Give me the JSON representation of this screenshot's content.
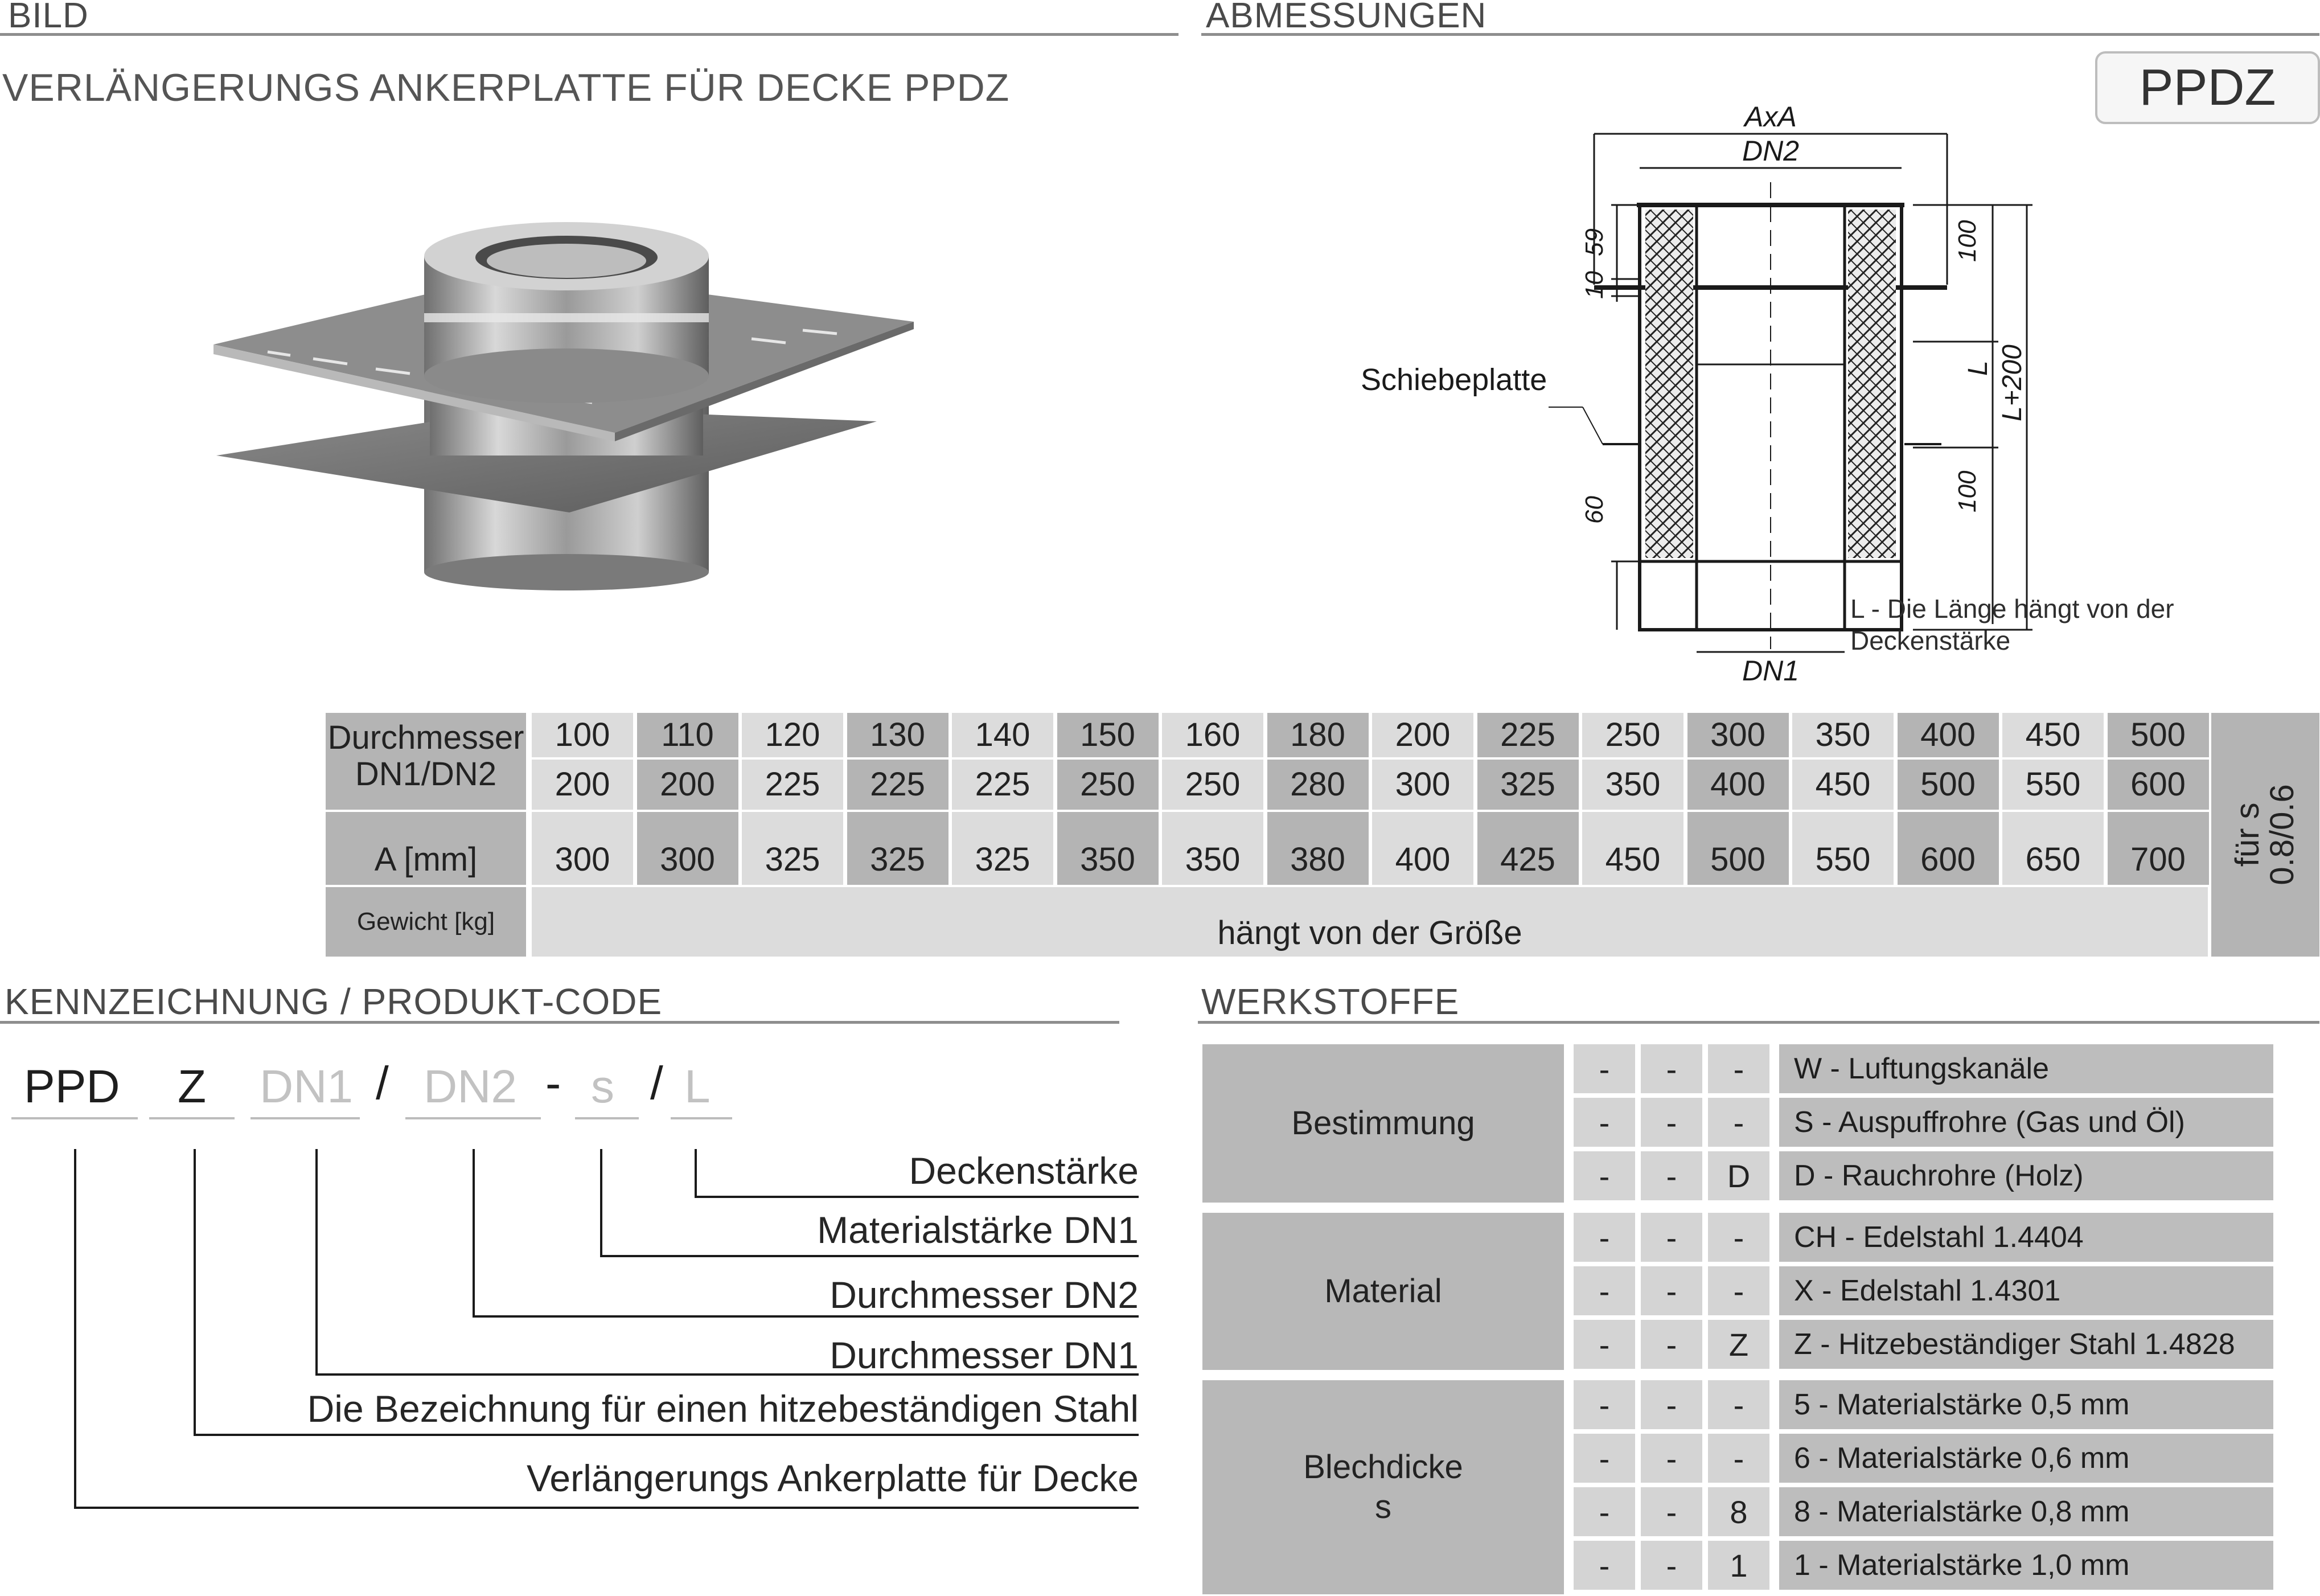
{
  "header": {
    "bild": "BILD",
    "abmessungen": "ABMESSUNGEN"
  },
  "title": "VERLÄNGERUNGS ANKERPLATTE FÜR DECKE  PPDZ",
  "badge": "PPDZ",
  "drawing": {
    "axa": "AxA",
    "dn2": "DN2",
    "dn1": "DN1",
    "dim_59": "59",
    "dim_10": "10",
    "dim_60": "60",
    "dim_100_top": "100",
    "dim_100_bottom": "100",
    "dim_L": "L",
    "dim_L200": "L+200",
    "schiebeplatte": "Schiebeplatte",
    "note_line1": "L - Die Länge hängt von der",
    "note_line2": "Deckenstärke"
  },
  "dim_table": {
    "label_diameter_1": "Durchmesser",
    "label_diameter_2": "DN1/DN2",
    "label_a": "A [mm]",
    "label_weight": "Gewicht [kg]",
    "dn1": [
      "100",
      "110",
      "120",
      "130",
      "140",
      "150",
      "160",
      "180",
      "200",
      "225",
      "250",
      "300",
      "350",
      "400",
      "450",
      "500"
    ],
    "dn2": [
      "200",
      "200",
      "225",
      "225",
      "225",
      "250",
      "250",
      "280",
      "300",
      "325",
      "350",
      "400",
      "450",
      "500",
      "550",
      "600"
    ],
    "a": [
      "300",
      "300",
      "325",
      "325",
      "325",
      "350",
      "350",
      "380",
      "400",
      "425",
      "450",
      "500",
      "550",
      "600",
      "650",
      "700"
    ],
    "weight_text": "hängt von der Größe",
    "side_line1": "für s",
    "side_line2": "0.8/0.6"
  },
  "kennzeichnung": {
    "heading": "KENNZEICHNUNG  / PRODUKT-CODE",
    "code": {
      "ppd": "PPD",
      "z": "Z",
      "dn1": "DN1",
      "slash1": "/",
      "dn2": "DN2",
      "dash": "-",
      "s": "s",
      "slash2": "/",
      "l": "L"
    },
    "labels": {
      "deckenstaerke": "Deckenstärke",
      "materialstaerke": "Materialstärke DN1",
      "dn2": "Durchmesser DN2",
      "dn1": "Durchmesser DN1",
      "stahl": "Die Bezeichnung für einen hitzebeständigen Stahl",
      "ankerplatte": "Verlängerungs Ankerplatte für Decke"
    }
  },
  "werkstoffe": {
    "heading": "WERKSTOFFE",
    "groups": [
      {
        "label": "Bestimmung",
        "rows": [
          {
            "c1": "-",
            "c2": "-",
            "c3": "-",
            "desc": "W - Luftungskanäle"
          },
          {
            "c1": "-",
            "c2": "-",
            "c3": "-",
            "desc": "S  - Auspuffrohre (Gas und Öl)"
          },
          {
            "c1": "-",
            "c2": "-",
            "c3": "D",
            "desc": "D  - Rauchrohre (Holz)"
          }
        ]
      },
      {
        "label": "Material",
        "rows": [
          {
            "c1": "-",
            "c2": "-",
            "c3": "-",
            "desc": "CH - Edelstahl  1.4404"
          },
          {
            "c1": "-",
            "c2": "-",
            "c3": "-",
            "desc": "X   - Edelstahl  1.4301"
          },
          {
            "c1": "-",
            "c2": "-",
            "c3": "Z",
            "desc": "Z   - Hitzebeständiger Stahl 1.4828"
          }
        ]
      },
      {
        "label": "Blechdicke",
        "label2": "s",
        "rows": [
          {
            "c1": "-",
            "c2": "-",
            "c3": "-",
            "desc": "5 - Materialstärke 0,5 mm"
          },
          {
            "c1": "-",
            "c2": "-",
            "c3": "-",
            "desc": "6 - Materialstärke 0,6 mm"
          },
          {
            "c1": "-",
            "c2": "-",
            "c3": "8",
            "desc": "8 - Materialstärke 0,8 mm"
          },
          {
            "c1": "-",
            "c2": "-",
            "c3": "1",
            "desc": "1  - Materialstärke 1,0 mm"
          }
        ]
      }
    ]
  }
}
